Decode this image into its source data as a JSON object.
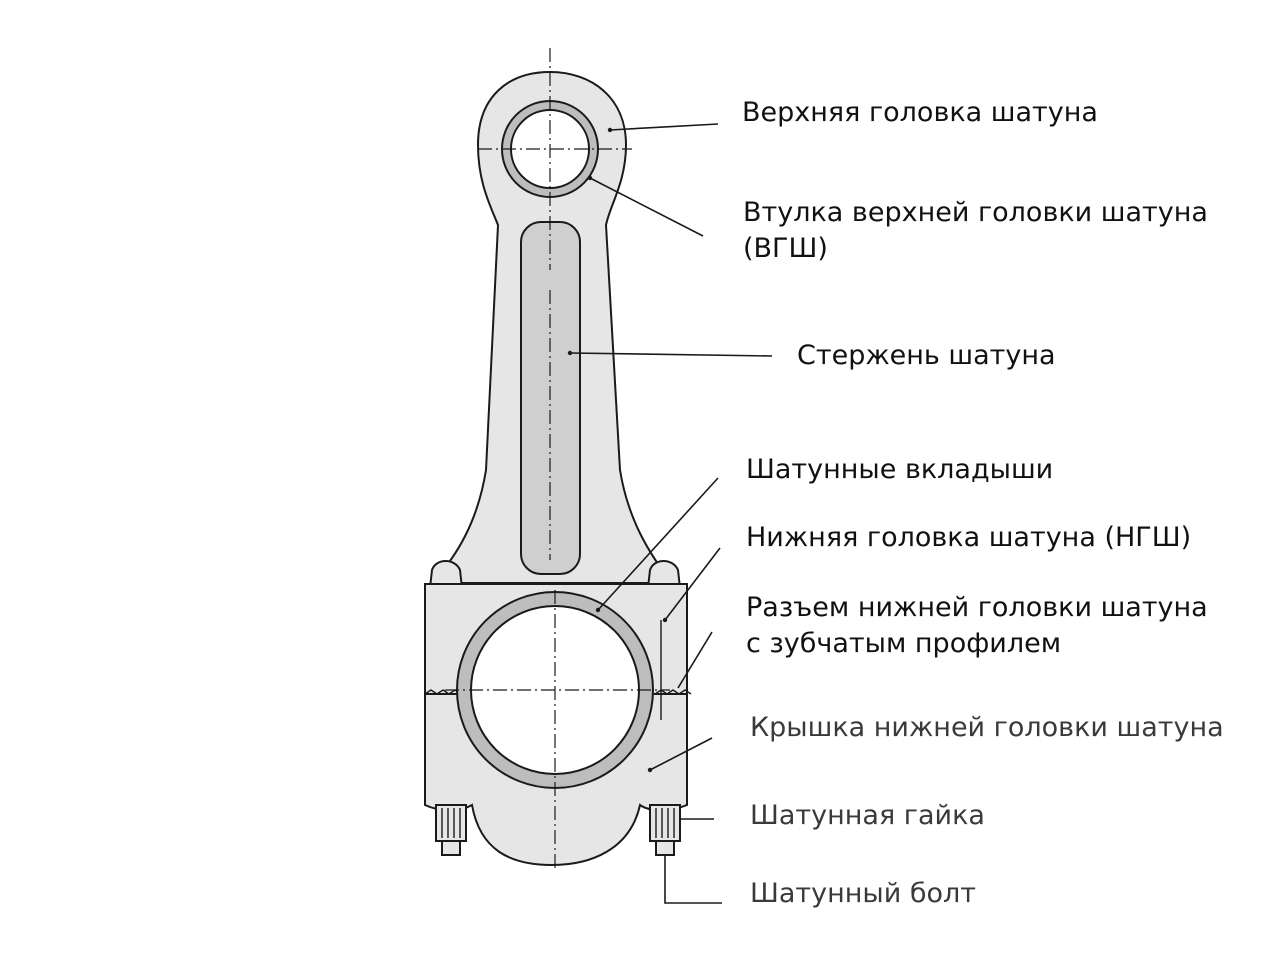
{
  "diagram": {
    "colors": {
      "outline": "#1a1a1a",
      "body_fill": "#e6e6e6",
      "rod_fill": "#cfcfcf",
      "bushing_fill": "#bdbdbd",
      "bore_fill": "#ffffff"
    },
    "labels": {
      "small_end": "Верхняя головка шатуна",
      "bushing_line1": "Втулка верхней головки шатуна",
      "bushing_line2": "(ВГШ)",
      "rod": "Стержень шатуна",
      "bearing_shells": "Шатунные вкладыши",
      "big_end": "Нижняя головка шатуна (НГШ)",
      "joint_line1": "Разъем нижней головки шатуна",
      "joint_line2": "с зубчатым профилем",
      "cap": "Крышка нижней головки шатуна",
      "nut": "Шатунная гайка",
      "bolt": "Шатунный болт"
    }
  }
}
